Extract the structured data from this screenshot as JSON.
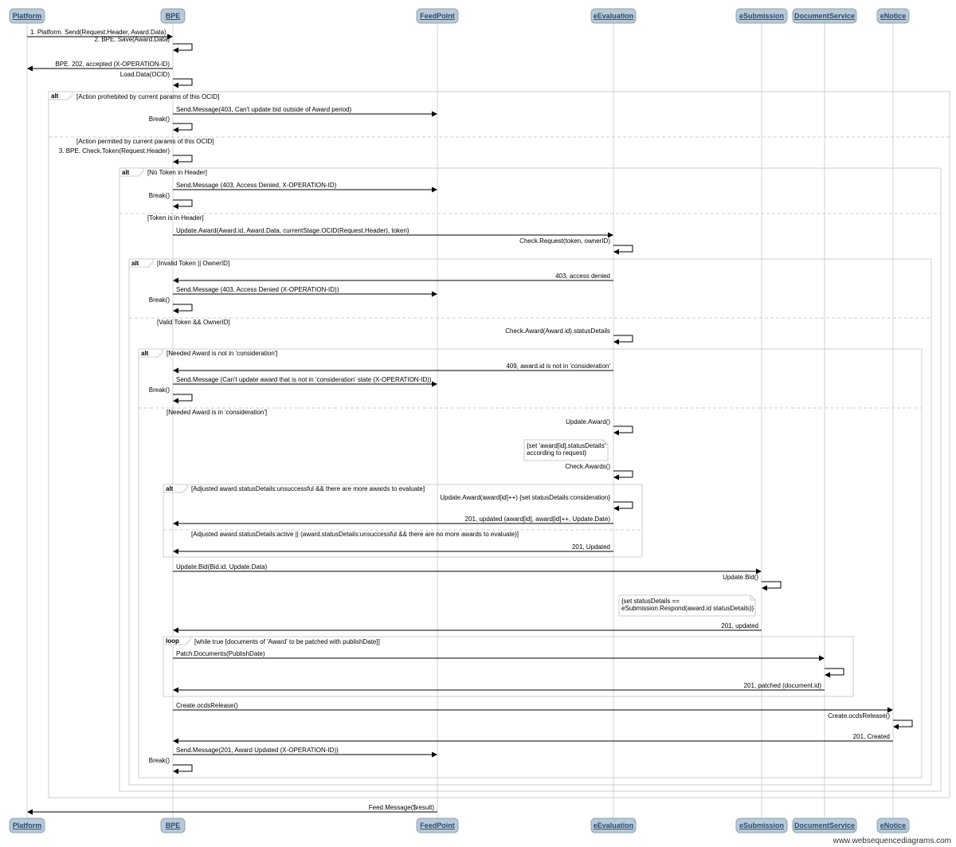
{
  "participants": [
    {
      "id": "platform",
      "label": "Platform"
    },
    {
      "id": "bpe",
      "label": "BPE"
    },
    {
      "id": "feedpoint",
      "label": "FeedPoint"
    },
    {
      "id": "eevaluation",
      "label": "eEvaluation"
    },
    {
      "id": "esubmission",
      "label": "eSubmission"
    },
    {
      "id": "documentservice",
      "label": "DocumentService"
    },
    {
      "id": "enotice",
      "label": "eNotice"
    }
  ],
  "messages": [
    {
      "from": "platform",
      "to": "bpe",
      "label": "1. Platform. Send(Request.Header, Award.Data)"
    },
    {
      "from": "bpe",
      "to": "bpe",
      "label": "2. BPE. Save(Award.Data)"
    },
    {
      "from": "bpe",
      "to": "platform",
      "label": "BPE. 202, accepted (X-OPERATION-ID)"
    },
    {
      "from": "bpe",
      "to": "bpe",
      "label": "Load.Data(OCID)"
    },
    {
      "from": "bpe",
      "to": "feedpoint",
      "label": "Send.Message(403, Can't update bid outside of Award period)"
    },
    {
      "from": "bpe",
      "to": "bpe",
      "label": "Break()"
    },
    {
      "from": "bpe",
      "to": "bpe",
      "label": "3. BPE. Check.Token(Request.Header)"
    },
    {
      "from": "bpe",
      "to": "feedpoint",
      "label": "Send.Message (403, Access Denied, X-OPERATION-ID)"
    },
    {
      "from": "bpe",
      "to": "bpe",
      "label": "Break()"
    },
    {
      "from": "bpe",
      "to": "eevaluation",
      "label": "Update.Award(Award.id, Award.Data, currentStage.OCID(Request.Header), token)"
    },
    {
      "from": "eevaluation",
      "to": "eevaluation",
      "label": "Check.Request(token, ownerID)"
    },
    {
      "from": "eevaluation",
      "to": "bpe",
      "label": "403, access denied"
    },
    {
      "from": "bpe",
      "to": "feedpoint",
      "label": "Send.Message (403, Access Denied (X-OPERATION-ID))"
    },
    {
      "from": "bpe",
      "to": "bpe",
      "label": "Break()"
    },
    {
      "from": "eevaluation",
      "to": "eevaluation",
      "label": "Check.Award(Award.id).statusDetails"
    },
    {
      "from": "eevaluation",
      "to": "bpe",
      "label": "409, award.id is not in 'consideration'"
    },
    {
      "from": "bpe",
      "to": "feedpoint",
      "label": "Send.Message (Can't update award that is not in 'consideration' state (X-OPERATION-ID))"
    },
    {
      "from": "bpe",
      "to": "bpe",
      "label": "Break()"
    },
    {
      "from": "eevaluation",
      "to": "eevaluation",
      "label": "Update.Award()"
    },
    {
      "from": "eevaluation",
      "to": "eevaluation",
      "label": "Check.Awards()"
    },
    {
      "from": "eevaluation",
      "to": "eevaluation",
      "label": "Update.Award(award[id]++) {set statusDetails:consideration}"
    },
    {
      "from": "eevaluation",
      "to": "bpe",
      "label": "201, updated (award[id], award[id]++, Update.Date)"
    },
    {
      "from": "eevaluation",
      "to": "bpe",
      "label": "201, Updated"
    },
    {
      "from": "bpe",
      "to": "esubmission",
      "label": "Update.Bid(Bid.id, Update.Data)"
    },
    {
      "from": "esubmission",
      "to": "esubmission",
      "label": "Update.Bid()"
    },
    {
      "from": "esubmission",
      "to": "bpe",
      "label": "201, updated"
    },
    {
      "from": "bpe",
      "to": "documentservice",
      "label": "Patch.Documents(PublishDate)"
    },
    {
      "from": "documentservice",
      "to": "documentservice",
      "label": ""
    },
    {
      "from": "documentservice",
      "to": "bpe",
      "label": "201, patched (document.id)"
    },
    {
      "from": "bpe",
      "to": "enotice",
      "label": "Create.ocdsRelease()"
    },
    {
      "from": "enotice",
      "to": "enotice",
      "label": "Create.ocdsRelease()"
    },
    {
      "from": "enotice",
      "to": "bpe",
      "label": "201, Created"
    },
    {
      "from": "bpe",
      "to": "feedpoint",
      "label": "Send.Message(201, Award Updated (X-OPERATION-ID))"
    },
    {
      "from": "bpe",
      "to": "bpe",
      "label": "Break()"
    },
    {
      "from": "feedpoint",
      "to": "platform",
      "label": "Feed.Message($result)"
    }
  ],
  "frames": [
    {
      "keyword": "alt",
      "conditions": [
        "[Action prohebited by current params of this OCID]",
        "[Action permited by current params of this OCID]"
      ]
    },
    {
      "keyword": "alt",
      "conditions": [
        "[No Token in Header]",
        "[Token is in Header]"
      ]
    },
    {
      "keyword": "alt",
      "conditions": [
        "[Invalid Token || OwnerID]",
        "[Valid Token && OwnerID]"
      ]
    },
    {
      "keyword": "alt",
      "conditions": [
        "[Needed Award is not in 'consideration']",
        "[Needed Award is in 'consideration']"
      ]
    },
    {
      "keyword": "alt",
      "conditions": [
        "[Adjusted award.statusDetails:unsuccessful && there are more awards to evaluate]",
        "[Adjusted award.statusDetails:active || (award.statusDetails:unsuccessful && there are no more awards to evaluate)]"
      ]
    },
    {
      "keyword": "loop",
      "conditions": [
        "[while true [documents of 'Award' to be patched with publishDate]]"
      ]
    }
  ],
  "notes": [
    {
      "lines": [
        "{set 'award[id].statusDetails'",
        "according to request}"
      ]
    },
    {
      "lines": [
        "{set statusDetails ==",
        "eSubmission.Respond(award.id statusDetails)}"
      ]
    }
  ],
  "watermark": "www.websequencediagrams.com"
}
